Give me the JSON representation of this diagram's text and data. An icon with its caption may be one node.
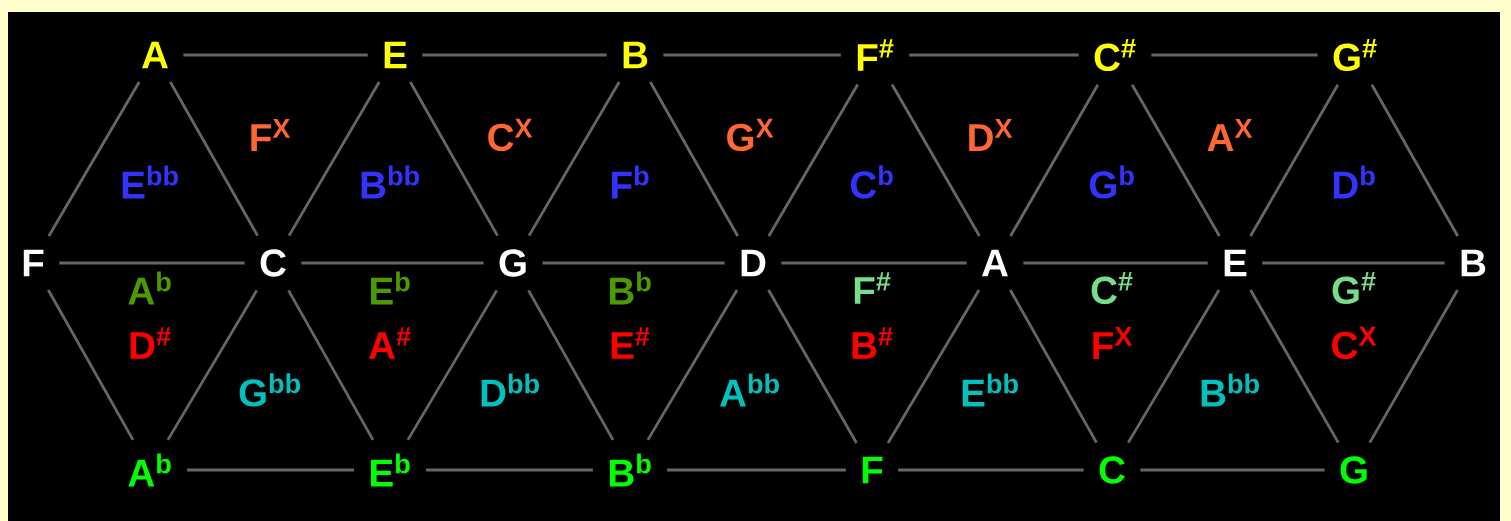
{
  "diagram": {
    "nodes": [
      {
        "text": [
          "A"
        ]
      },
      {
        "text": [
          "E"
        ]
      },
      {
        "text": [
          "B"
        ]
      },
      {
        "text": [
          "F$^{#}$"
        ]
      },
      {
        "text": [
          "C$^{#}$"
        ]
      },
      {
        "text": [
          "G$^{#}$"
        ]
      },
      {
        "text": [
          "F"
        ]
      },
      {
        "text": [
          "C"
        ]
      },
      {
        "text": [
          "G"
        ]
      },
      {
        "text": [
          "D"
        ]
      },
      {
        "text": [
          "A"
        ]
      },
      {
        "text": [
          "E"
        ]
      },
      {
        "text": [
          "B"
        ]
      },
      {
        "text": [
          "A$^{b}$"
        ]
      },
      {
        "text": [
          "E$^{b}$"
        ]
      },
      {
        "text": [
          "B$^{b}$"
        ]
      },
      {
        "text": [
          "F"
        ]
      },
      {
        "text": [
          "C"
        ]
      },
      {
        "text": [
          "G"
        ]
      }
    ],
    "edges": [
      {
        "from": 0,
        "to": 1,
        "arrow": "none"
      },
      {
        "from": 1,
        "to": 2,
        "arrow": "none"
      },
      {
        "from": 2,
        "to": 3,
        "arrow": "none"
      },
      {
        "from": 3,
        "to": 4,
        "arrow": "none"
      },
      {
        "from": 4,
        "to": 5,
        "arrow": "none"
      },
      {
        "from": 6,
        "to": 7,
        "arrow": "none"
      },
      {
        "from": 7,
        "to": 8,
        "arrow": "none"
      },
      {
        "from": 8,
        "to": 9,
        "arrow": "none"
      },
      {
        "from": 9,
        "to": 10,
        "arrow": "none"
      },
      {
        "from": 10,
        "to": 11,
        "arrow": "none"
      },
      {
        "from": 11,
        "to": 12,
        "arrow": "none"
      },
      {
        "from": 13,
        "to": 14,
        "arrow": "none"
      },
      {
        "from": 14,
        "to": 15,
        "arrow": "none"
      },
      {
        "from": 15,
        "to": 16,
        "arrow": "none"
      },
      {
        "from": 16,
        "to": 17,
        "arrow": "none"
      },
      {
        "from": 17,
        "to": 18,
        "arrow": "none"
      },
      {
        "from": 0,
        "to": 6,
        "arrow": "none"
      },
      {
        "from": 0,
        "to": 7,
        "arrow": "none"
      },
      {
        "from": 1,
        "to": 7,
        "arrow": "none"
      },
      {
        "from": 1,
        "to": 8,
        "arrow": "none"
      },
      {
        "from": 2,
        "to": 8,
        "arrow": "none"
      },
      {
        "from": 2,
        "to": 9,
        "arrow": "none"
      },
      {
        "from": 3,
        "to": 9,
        "arrow": "none"
      },
      {
        "from": 3,
        "to": 10,
        "arrow": "none"
      },
      {
        "from": 4,
        "to": 10,
        "arrow": "none"
      },
      {
        "from": 4,
        "to": 11,
        "arrow": "none"
      },
      {
        "from": 5,
        "to": 11,
        "arrow": "none"
      },
      {
        "from": 5,
        "to": 12,
        "arrow": "none"
      },
      {
        "from": 13,
        "to": 6,
        "arrow": "none"
      },
      {
        "from": 13,
        "to": 7,
        "arrow": "none"
      },
      {
        "from": 14,
        "to": 7,
        "arrow": "none"
      },
      {
        "from": 14,
        "to": 8,
        "arrow": "none"
      },
      {
        "from": 15,
        "to": 8,
        "arrow": "none"
      },
      {
        "from": 15,
        "to": 9,
        "arrow": "none"
      },
      {
        "from": 16,
        "to": 9,
        "arrow": "none"
      },
      {
        "from": 16,
        "to": 10,
        "arrow": "none"
      },
      {
        "from": 17,
        "to": 10,
        "arrow": "none"
      },
      {
        "from": 17,
        "to": 11,
        "arrow": "none"
      },
      {
        "from": 18,
        "to": 11,
        "arrow": "none"
      },
      {
        "from": 18,
        "to": 12,
        "arrow": "none"
      }
    ],
    "labels": [
      "F$^{X}$",
      "C$^{X}$",
      "G$^{X}$",
      "D$^{X}$",
      "A$^{X}$",
      "E$^{bb}$",
      "B$^{bb}$",
      "F$^{b}$",
      "C$^{b}$",
      "G$^{b}$",
      "D$^{b}$",
      "A$^{b}$",
      "E$^{b}$",
      "B$^{b}$",
      "F$^{#}$",
      "C$^{#}$",
      "G$^{#}$",
      "D$^{#}$",
      "A$^{#}$",
      "E$^{#}$",
      "B$^{#}$",
      "F$^{X}$",
      "C$^{X}$",
      "G$^{bb}$",
      "D$^{bb}$",
      "A$^{bb}$",
      "E$^{bb}$",
      "B$^{bb}$"
    ]
  }
}
